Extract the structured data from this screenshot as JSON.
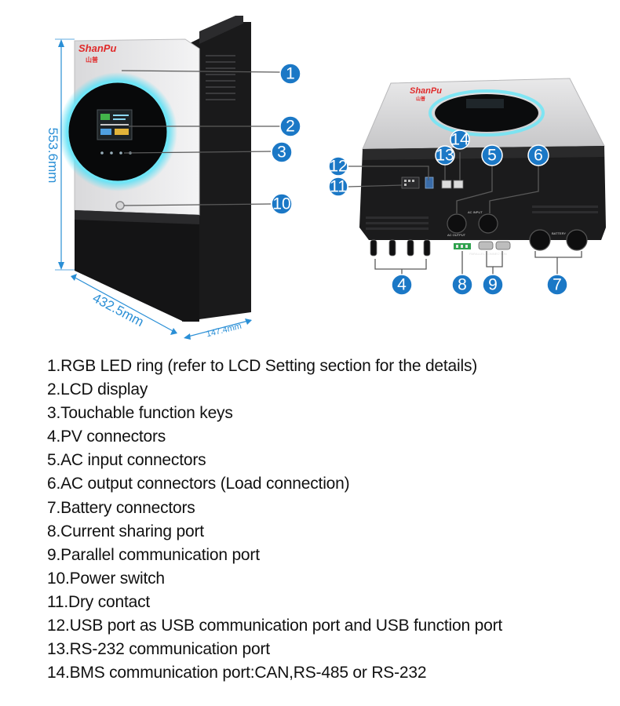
{
  "brand": {
    "name": "ShanPu",
    "sub": "山普"
  },
  "dimensions": {
    "height": "553.6mm",
    "width": "432.5mm",
    "depth": "147.4mm"
  },
  "back_panel": {
    "ac_input": "AC INPUT",
    "ac_output": "AC OUTPUT",
    "battery": "BATTERY",
    "parallel": "PARALLEL CONNECTION"
  },
  "badges": [
    {
      "n": "1"
    },
    {
      "n": "2"
    },
    {
      "n": "3"
    },
    {
      "n": "10"
    },
    {
      "n": "12"
    },
    {
      "n": "11"
    },
    {
      "n": "13"
    },
    {
      "n": "14"
    },
    {
      "n": "5"
    },
    {
      "n": "6"
    },
    {
      "n": "4"
    },
    {
      "n": "8"
    },
    {
      "n": "9"
    },
    {
      "n": "7"
    }
  ],
  "legend": [
    "1.RGB LED ring (refer to LCD Setting section for the details)",
    "2.LCD display",
    "3.Touchable function keys",
    "4.PV connectors",
    "5.AC input connectors",
    "6.AC output connectors (Load connection)",
    "7.Battery connectors",
    "8.Current sharing port",
    "9.Parallel communication port",
    "10.Power switch",
    "11.Dry contact",
    "12.USB port as USB communication port and USB function port",
    "13.RS-232 communication port",
    "14.BMS communication port:CAN,RS-485 or RS-232"
  ],
  "colors": {
    "badge": "#1b78c6",
    "dimension": "#2a8fd6",
    "ring_glow": "#5ee0f5",
    "brand": "#e02a2a"
  }
}
